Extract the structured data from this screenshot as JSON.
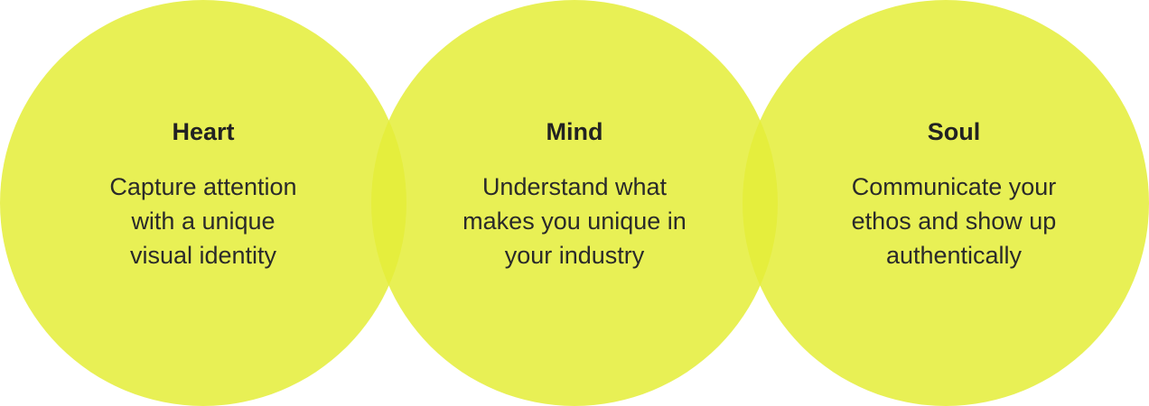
{
  "colors": {
    "circle_fill": "#e4ee39",
    "text": "#222222",
    "background": "#ffffff"
  },
  "circles": [
    {
      "title": "Heart",
      "lines": [
        "Capture attention",
        "with a unique",
        "visual identity"
      ]
    },
    {
      "title": "Mind",
      "lines": [
        "Understand what",
        "makes you unique in",
        "your industry"
      ]
    },
    {
      "title": "Soul",
      "lines": [
        "Communicate your",
        "ethos and show up",
        "authentically"
      ]
    }
  ]
}
